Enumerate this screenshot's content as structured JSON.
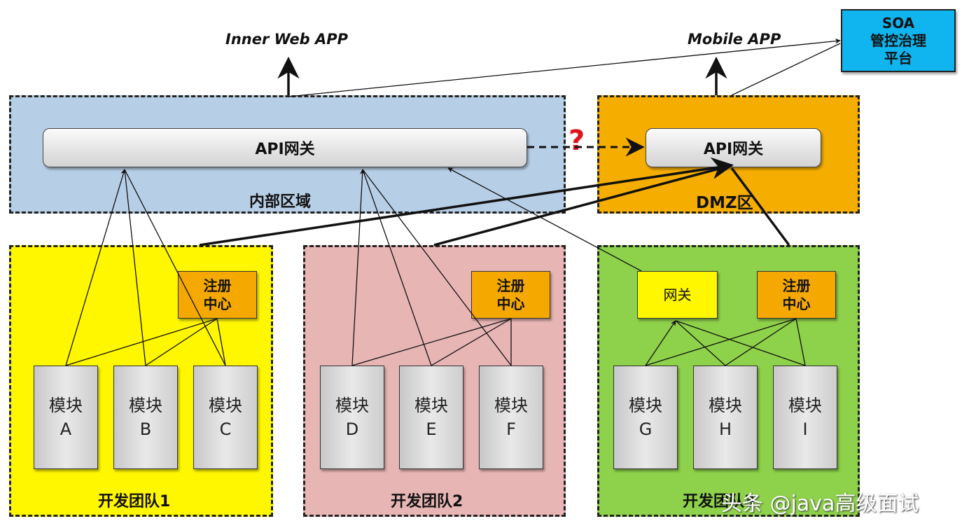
{
  "top_labels": {
    "inner_web_app": "Inner Web APP",
    "mobile_app": "Mobile APP"
  },
  "soa": {
    "line1": "SOA",
    "line2": "管控治理",
    "line3": "平台"
  },
  "internal_zone": {
    "gateway": "API网关",
    "label": "内部区域"
  },
  "dmz_zone": {
    "gateway": "API网关",
    "label": "DMZ区"
  },
  "question_mark": "?",
  "team1": {
    "label": "开发团队1",
    "registry_line1": "注册",
    "registry_line2": "中心",
    "modules": [
      {
        "name": "模块",
        "id": "A"
      },
      {
        "name": "模块",
        "id": "B"
      },
      {
        "name": "模块",
        "id": "C"
      }
    ]
  },
  "team2": {
    "label": "开发团队2",
    "registry_line1": "注册",
    "registry_line2": "中心",
    "modules": [
      {
        "name": "模块",
        "id": "D"
      },
      {
        "name": "模块",
        "id": "E"
      },
      {
        "name": "模块",
        "id": "F"
      }
    ]
  },
  "team3": {
    "label": "开发团队3",
    "gateway": "网关",
    "registry_line1": "注册",
    "registry_line2": "中心",
    "modules": [
      {
        "name": "模块",
        "id": "G"
      },
      {
        "name": "模块",
        "id": "H"
      },
      {
        "name": "模块",
        "id": "I"
      }
    ]
  },
  "watermark": "头条 @java高级面试",
  "colors": {
    "internal_zone": "#b7cfe6",
    "dmz_zone": "#f5ae00",
    "team1": "#fff700",
    "team2": "#e8b5b5",
    "team3": "#8ed14a",
    "registry": "#f5a800",
    "soa": "#10b4ee",
    "question": "#e0141c"
  }
}
